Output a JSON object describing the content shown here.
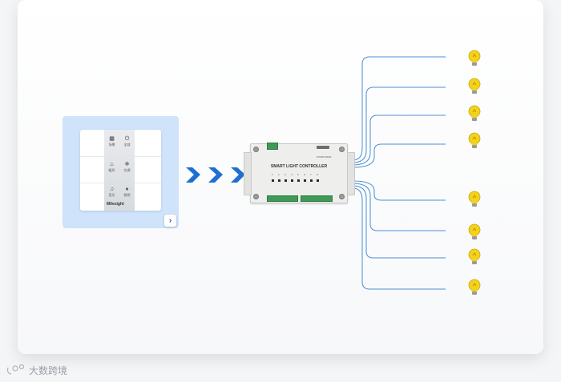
{
  "panel": {
    "buttons": [
      {
        "icon": "grid-icon",
        "glyph": "▦",
        "label": "场景"
      },
      {
        "icon": "power-icon",
        "glyph": "⏻",
        "label": "全部"
      },
      {
        "icon": "fire-icon",
        "glyph": "♨",
        "label": "暖风"
      },
      {
        "icon": "snowflake-icon",
        "glyph": "❄",
        "label": "空调"
      },
      {
        "icon": "music-icon",
        "glyph": "♫",
        "label": "音乐"
      },
      {
        "icon": "bulb-icon",
        "glyph": "♦",
        "label": "照明"
      }
    ],
    "brand": "Milesight",
    "expand_glyph": "›"
  },
  "controller": {
    "title": "SMART LIGHT CONTROLLER",
    "model": "WS558-868M",
    "channel_labels": [
      "1",
      "2",
      "3",
      "4",
      "5",
      "6",
      "7",
      "8"
    ]
  },
  "arrows": [
    "›",
    "›",
    "›"
  ],
  "bulbs_count": 8,
  "watermark": {
    "text": "大数跨境"
  },
  "colors": {
    "accent": "#1f6fd1",
    "wire": "#4a8fd6",
    "bulb": "#f2d21b",
    "panel_bg": "#cfe3fb"
  }
}
